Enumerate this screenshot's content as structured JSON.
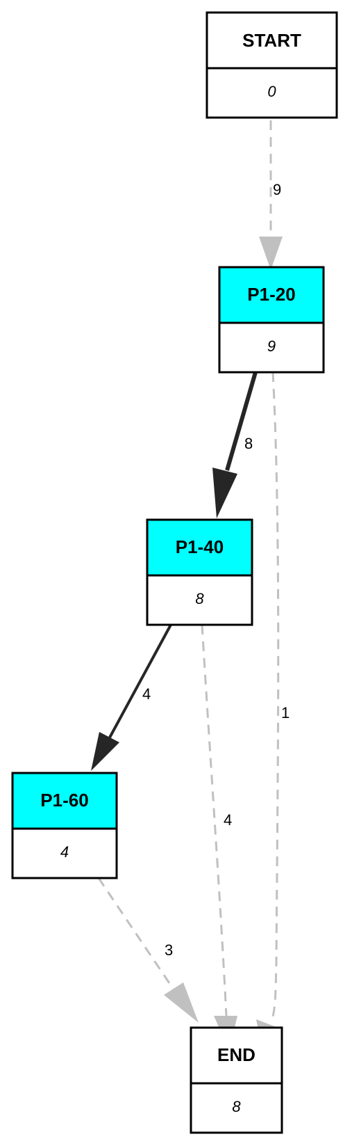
{
  "colors": {
    "highlight_fill": "#00ffff",
    "plain_fill": "#ffffff",
    "border": "#000000",
    "strong_edge": "#262626",
    "weak_edge": "#c0c0c0"
  },
  "nodes": {
    "start": {
      "title": "START",
      "value": "0",
      "highlighted": false
    },
    "p1_20": {
      "title": "P1-20",
      "value": "9",
      "highlighted": true
    },
    "p1_40": {
      "title": "P1-40",
      "value": "8",
      "highlighted": true
    },
    "p1_60": {
      "title": "P1-60",
      "value": "4",
      "highlighted": true
    },
    "end": {
      "title": "END",
      "value": "8",
      "highlighted": false
    }
  },
  "edges": {
    "start_to_p1_20": {
      "from": "START",
      "to": "P1-20",
      "label": "9",
      "style": "dashed-light"
    },
    "p1_20_to_p1_40": {
      "from": "P1-20",
      "to": "P1-40",
      "label": "8",
      "style": "solid-bold"
    },
    "p1_20_to_end": {
      "from": "P1-20",
      "to": "END",
      "label": "1",
      "style": "dashed-light"
    },
    "p1_40_to_p1_60": {
      "from": "P1-40",
      "to": "P1-60",
      "label": "4",
      "style": "solid"
    },
    "p1_40_to_end": {
      "from": "P1-40",
      "to": "END",
      "label": "4",
      "style": "dashed-light"
    },
    "p1_60_to_end": {
      "from": "P1-60",
      "to": "END",
      "label": "3",
      "style": "dashed-light"
    }
  }
}
